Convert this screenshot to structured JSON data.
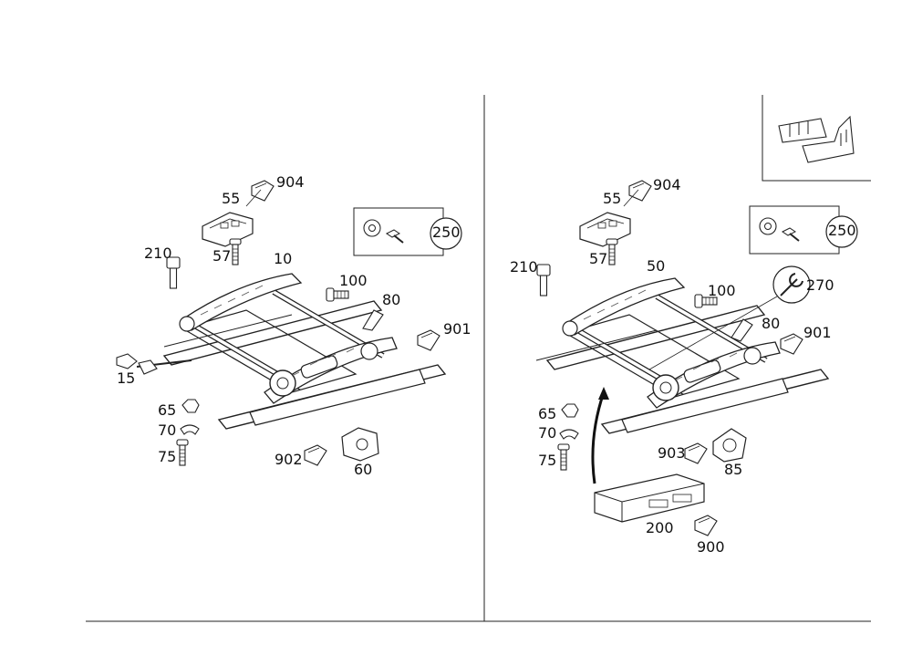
{
  "left_panel": {
    "callouts": {
      "c904": "904",
      "c55": "55",
      "c57": "57",
      "c210": "210",
      "c10": "10",
      "c100": "100",
      "c80": "80",
      "c901": "901",
      "c15": "15",
      "c65": "65",
      "c70": "70",
      "c75": "75",
      "c902": "902",
      "c60": "60"
    },
    "kit_box_label": "250"
  },
  "right_panel": {
    "callouts": {
      "c904": "904",
      "c55": "55",
      "c57": "57",
      "c210": "210",
      "c50": "50",
      "c100": "100",
      "c270": "270",
      "c80": "80",
      "c901": "901",
      "c65": "65",
      "c70": "70",
      "c75": "75",
      "c903": "903",
      "c85": "85",
      "c200": "200",
      "c900": "900"
    },
    "kit_box_label": "250"
  }
}
